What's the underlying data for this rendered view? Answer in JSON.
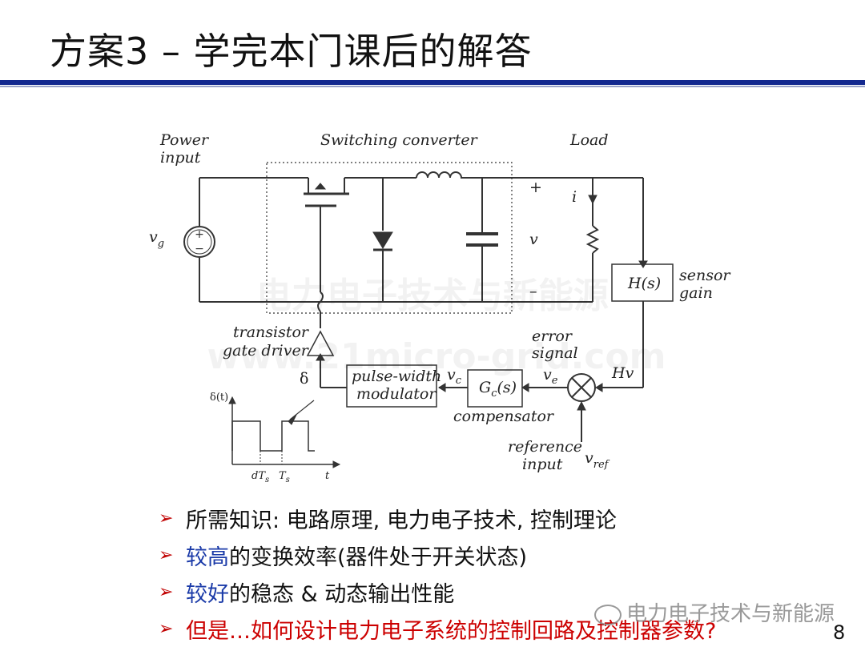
{
  "slide": {
    "title": "方案3 – 学完本门课后的解答",
    "page_number": "8"
  },
  "diagram": {
    "labels": {
      "power_input_1": "Power",
      "power_input_2": "input",
      "switching_converter": "Switching converter",
      "load": "Load",
      "vg": "v",
      "vg_sub": "g",
      "plus": "+",
      "minus": "–",
      "i": "i",
      "v": "v",
      "hs": "H(s)",
      "sensor_gain_1": "sensor",
      "sensor_gain_2": "gain",
      "transistor_1": "transistor",
      "transistor_2": "gate driver",
      "delta": "δ",
      "error_signal_1": "error",
      "error_signal_2": "signal",
      "hv": "Hv",
      "pwm_1": "pulse-width",
      "pwm_2": "modulator",
      "vc": "v",
      "vc_sub": "c",
      "gc": "G",
      "gc_sub": "c",
      "gc_tail": "(s)",
      "ve": "v",
      "ve_sub": "e",
      "compensator": "compensator",
      "reference_1": "reference",
      "reference_2": "input",
      "vref": "v",
      "vref_sub": "ref",
      "delta_t": "δ(t)",
      "dts": "dT",
      "dts_sub": "s",
      "ts": "T",
      "ts_sub": "s",
      "t": "t"
    }
  },
  "bullets": [
    {
      "pre": "",
      "em": "",
      "text": "所需知识: 电路原理, 电力电子技术, 控制理论"
    },
    {
      "pre": "",
      "em": "较高",
      "text": "的变换效率(器件处于开关状态)"
    },
    {
      "pre": "",
      "em": "较好",
      "text": "的稳态 & 动态输出性能"
    },
    {
      "pre": "",
      "em": "",
      "text": "但是…如何设计电力电子系统的控制回路及控制器参数?"
    }
  ],
  "watermarks": {
    "corner": "电力电子技术与新能源",
    "center_cn": "电力电子技术与新能源",
    "center_url": "www.21micro-grid.com"
  },
  "colors": {
    "rule": "#13288f",
    "arrow": "#c00000",
    "emphasis_blue": "#1a3aa8",
    "emphasis_red": "#cc0000"
  }
}
